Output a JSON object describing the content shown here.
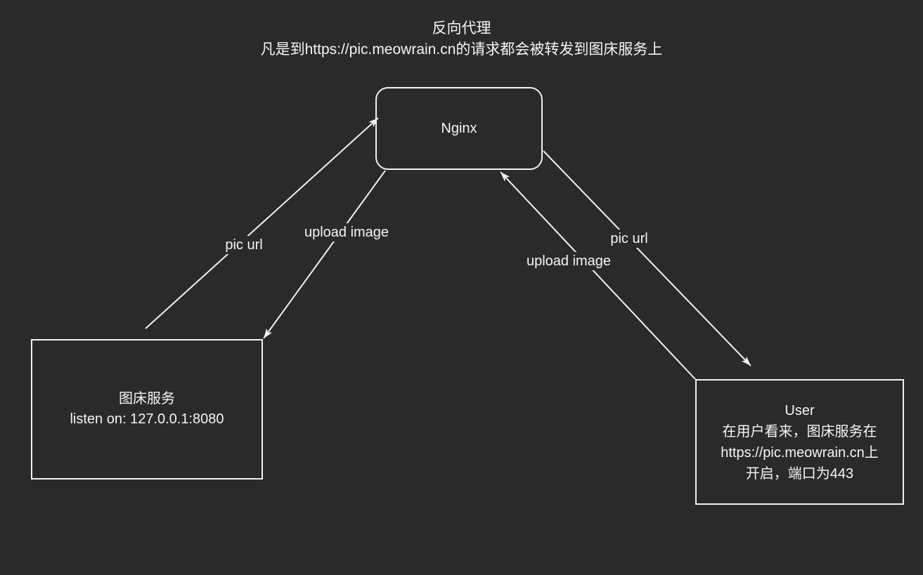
{
  "colors": {
    "background": "#2a2a2a",
    "stroke": "#f2f2f2",
    "text": "#f5f5f5"
  },
  "title": {
    "line1": "反向代理",
    "line2": "凡是到https://pic.meowrain.cn的请求都会被转发到图床服务上"
  },
  "nodes": {
    "nginx": {
      "label": "Nginx"
    },
    "image_service": {
      "lines": [
        "图床服务",
        "listen on: 127.0.0.1:8080"
      ]
    },
    "user": {
      "lines": [
        "User",
        "在用户看来，图床服务在",
        "https://pic.meowrain.cn上",
        "开启，端口为443"
      ]
    }
  },
  "edges": {
    "left_pic_url": {
      "label": "pic url",
      "from": "image_service",
      "to": "nginx"
    },
    "left_upload_image": {
      "label": "upload image",
      "from": "nginx",
      "to": "image_service"
    },
    "right_upload_image": {
      "label": "upload image",
      "from": "user",
      "to": "nginx"
    },
    "right_pic_url": {
      "label": "pic url",
      "from": "nginx",
      "to": "user"
    }
  }
}
